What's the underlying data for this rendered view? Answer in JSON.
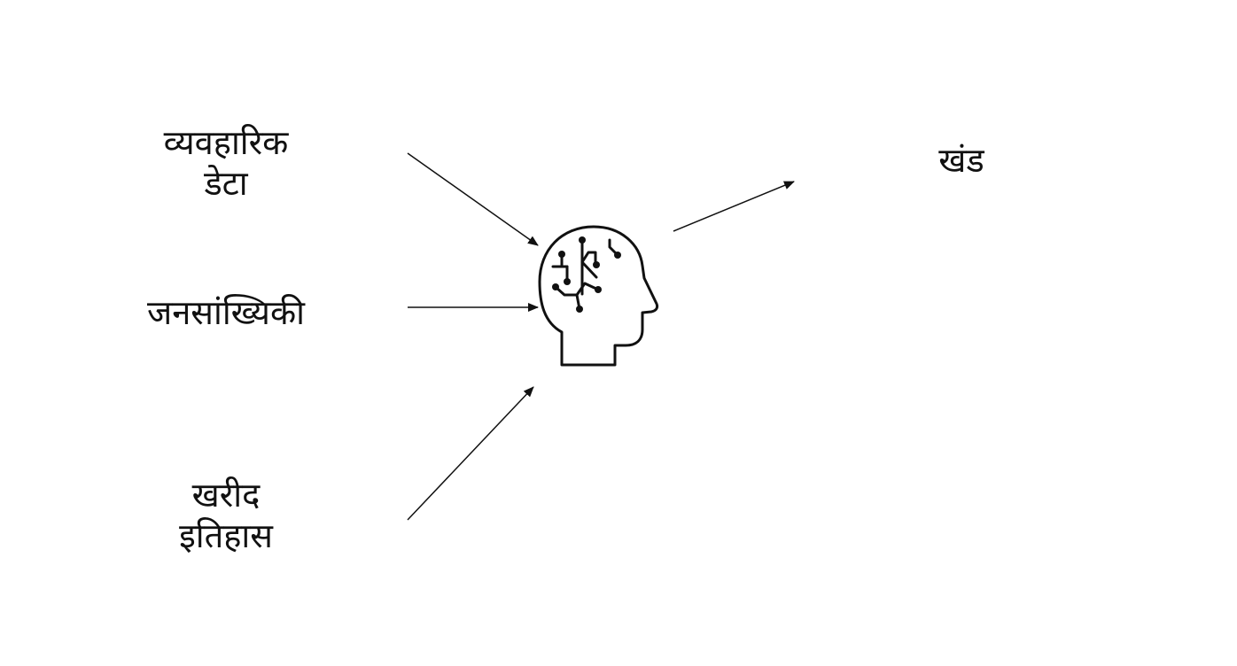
{
  "inputs": {
    "behavioral_data": {
      "line1": "व्यवहारिक",
      "line2": "डेटा"
    },
    "demographics": {
      "line1": "जनसांख्यिकी"
    },
    "purchase_history": {
      "line1": "खरीद",
      "line2": "इतिहास"
    }
  },
  "output": {
    "segment": "खंड"
  },
  "icons": {
    "center": "ai-brain-head-icon"
  },
  "colors": {
    "stroke": "#111111",
    "background": "#ffffff"
  }
}
